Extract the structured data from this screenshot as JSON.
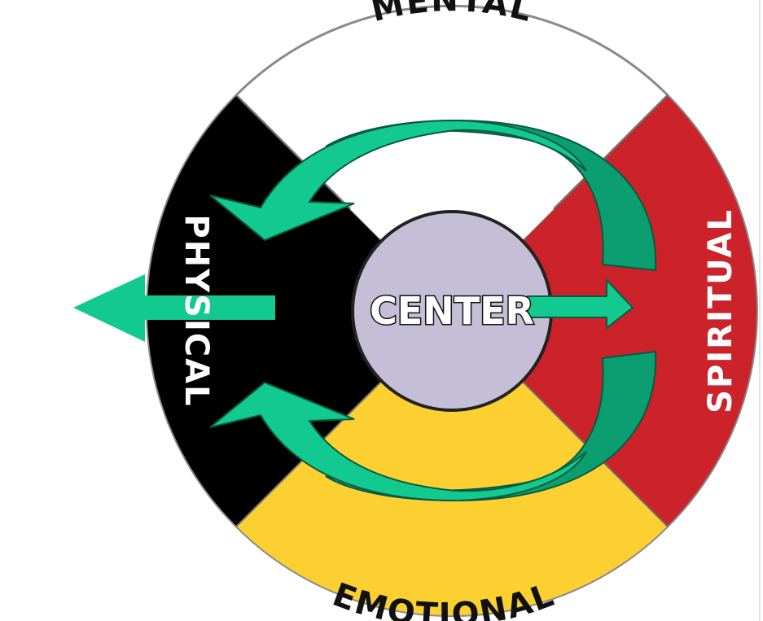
{
  "diagram": {
    "quadrants": {
      "mental": {
        "label": "MENTAL",
        "fill": "#ffffff",
        "text_color": "#111111"
      },
      "spiritual": {
        "label": "SPIRITUAL",
        "fill": "#cc2229",
        "text_color": "#ffffff"
      },
      "emotional": {
        "label": "EMOTIONAL",
        "fill": "#fcd031",
        "text_color": "#111111"
      },
      "physical": {
        "label": "PHYSICAL",
        "fill": "#000000",
        "text_color": "#ffffff"
      }
    },
    "center": {
      "label": "CENTER",
      "fill": "#c4bfd6"
    },
    "arrow_color": "#12c98f",
    "arrow_dark_color": "#0a9e70",
    "ring_outline": "#8a8a8a"
  }
}
